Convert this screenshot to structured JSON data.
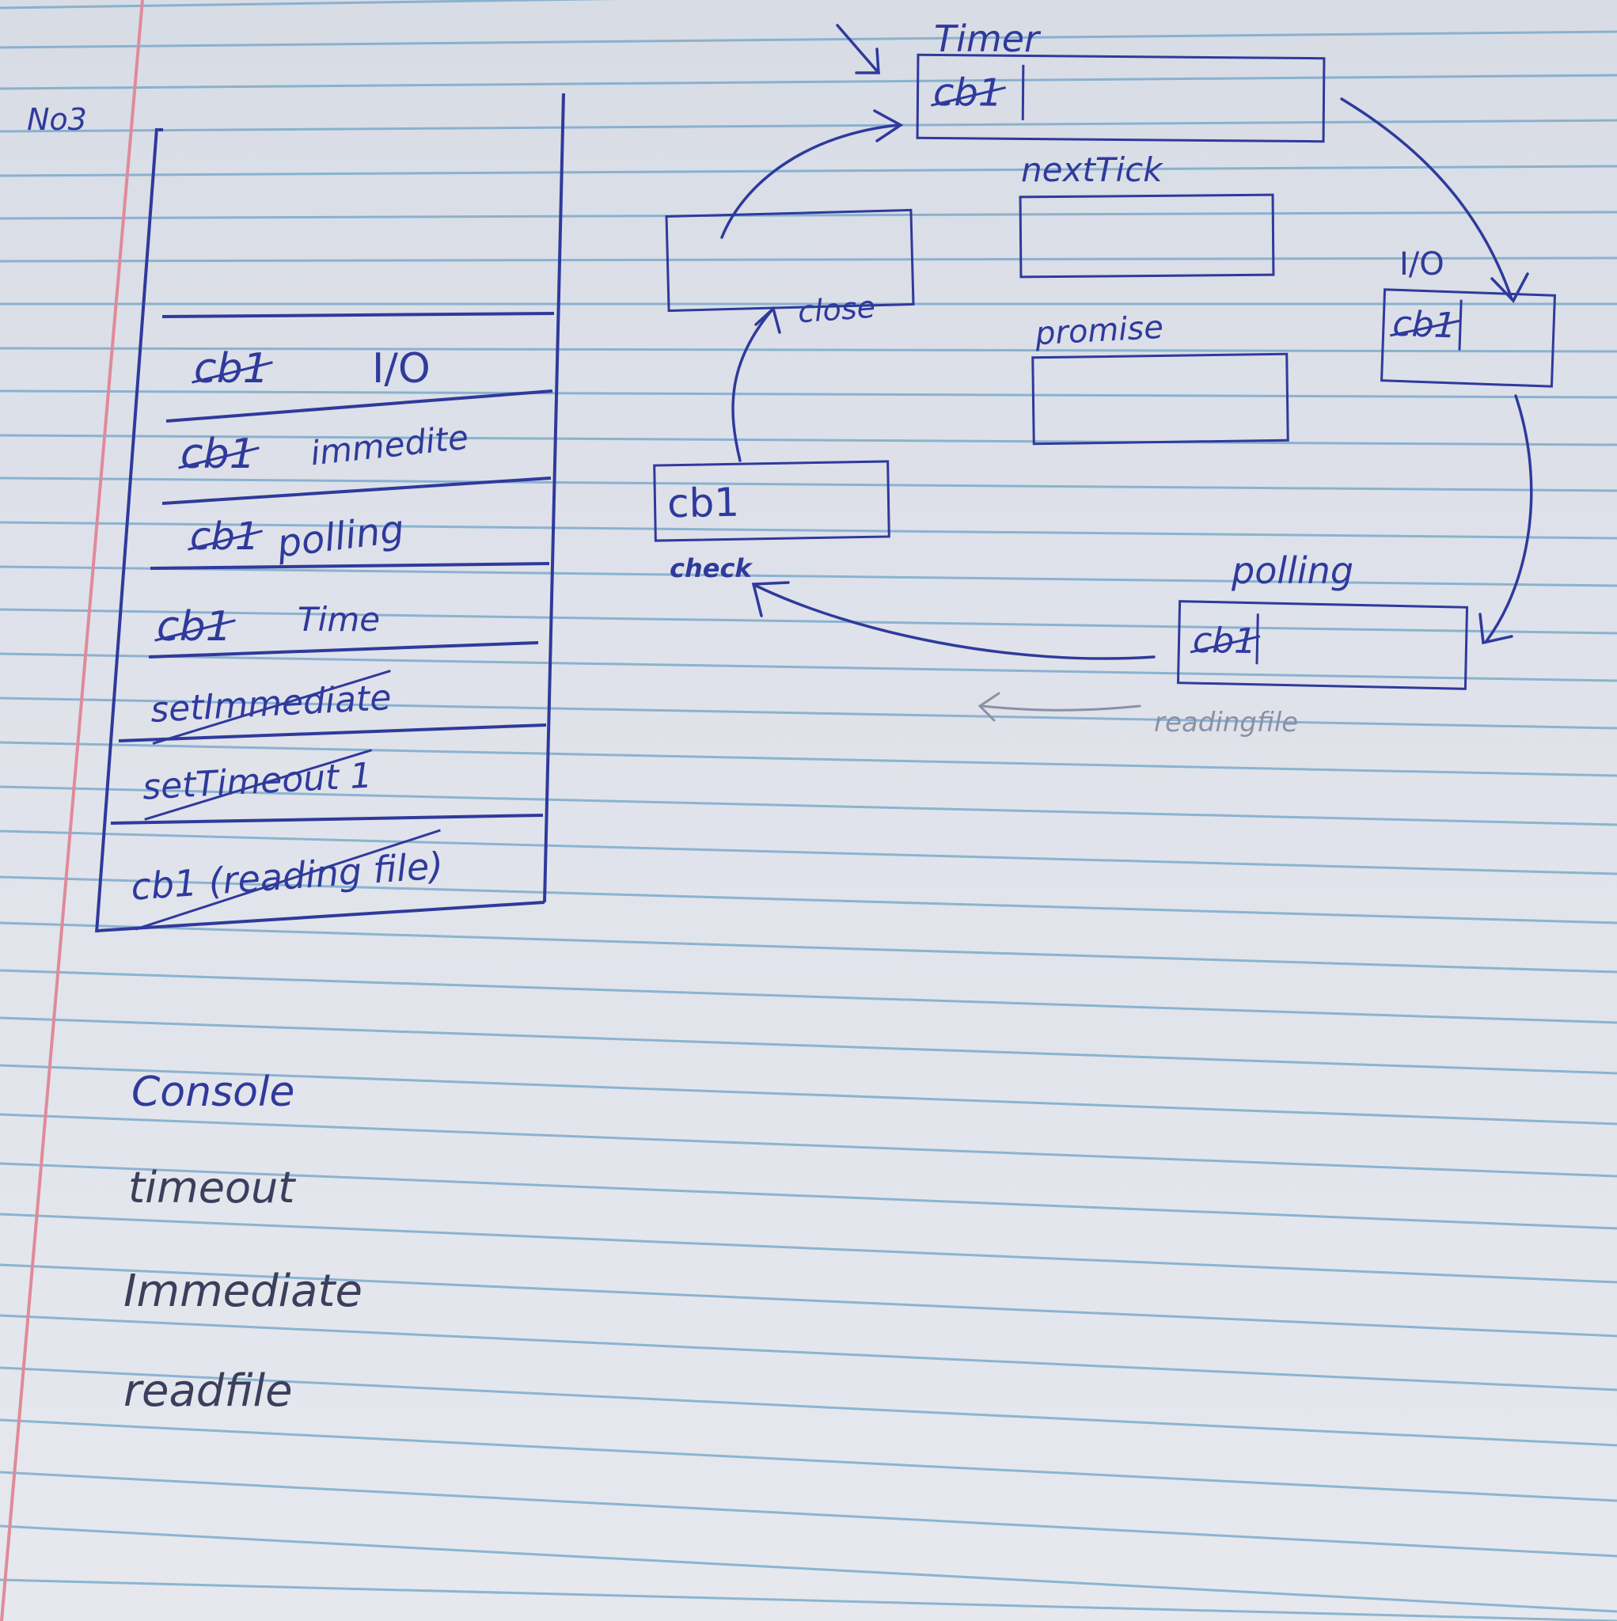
{
  "note_number": "No3",
  "stack": {
    "entries": [
      {
        "text": "cb1",
        "struck": true
      },
      {
        "text": "I/O",
        "struck": false
      },
      {
        "text": "cb1",
        "struck": true
      },
      {
        "text": "immedite",
        "struck": false
      },
      {
        "text": "cb1",
        "struck": true
      },
      {
        "text": "polling",
        "struck": false
      },
      {
        "text": "cb1",
        "struck": true
      },
      {
        "text": "Time",
        "struck": false
      },
      {
        "text": "setImmediate",
        "struck": true
      },
      {
        "text": "setTimeout 1",
        "struck": true
      },
      {
        "text": "cb1 (reading file)",
        "struck": true
      }
    ]
  },
  "queues": {
    "timer": {
      "label": "Timer",
      "content": "cb1"
    },
    "nexttick": {
      "label": "nextTick",
      "content": ""
    },
    "io": {
      "label": "I/O",
      "content": "cb1"
    },
    "close": {
      "label": "close",
      "content": ""
    },
    "promise": {
      "label": "promise",
      "content": ""
    },
    "check": {
      "label": "check",
      "content": "cb1"
    },
    "polling": {
      "label": "polling",
      "content": "cb1",
      "sublabel": "readingfile"
    }
  },
  "console": {
    "heading": "Console",
    "lines": [
      "timeout",
      "Immediate",
      "readfile"
    ]
  },
  "colors": {
    "ink": "#2f3a9c",
    "margin_line": "#e08a9a",
    "rule_line": "#6fa3c9"
  }
}
